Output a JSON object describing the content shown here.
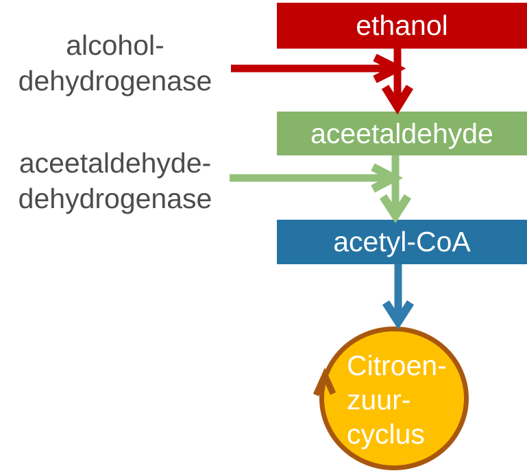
{
  "colors": {
    "background": "#ffffff",
    "red": "#c00000",
    "green_box": "#86b56a",
    "green_arrow": "#94c17a",
    "blue_box": "#2573a3",
    "blue_arrow": "#2f7cad",
    "circle_fill": "#ffc000",
    "circle_border": "#a8580e",
    "enzyme_text": "#4c4c4f",
    "box_text": "#ffffff"
  },
  "nodes": {
    "ethanol": {
      "label": "ethanol"
    },
    "aceetaldehyde": {
      "label": "aceetaldehyde"
    },
    "acetyl_coa": {
      "label": "acetyl-CoA"
    },
    "cycle": {
      "line1": "Citroen-",
      "line2": "zuur-",
      "line3": "cyclus"
    }
  },
  "enzymes": {
    "adh": {
      "line1": "alcohol-",
      "line2": "dehydrogenase"
    },
    "aldh": {
      "line1": "aceetaldehyde-",
      "line2": "dehydrogenase"
    }
  }
}
